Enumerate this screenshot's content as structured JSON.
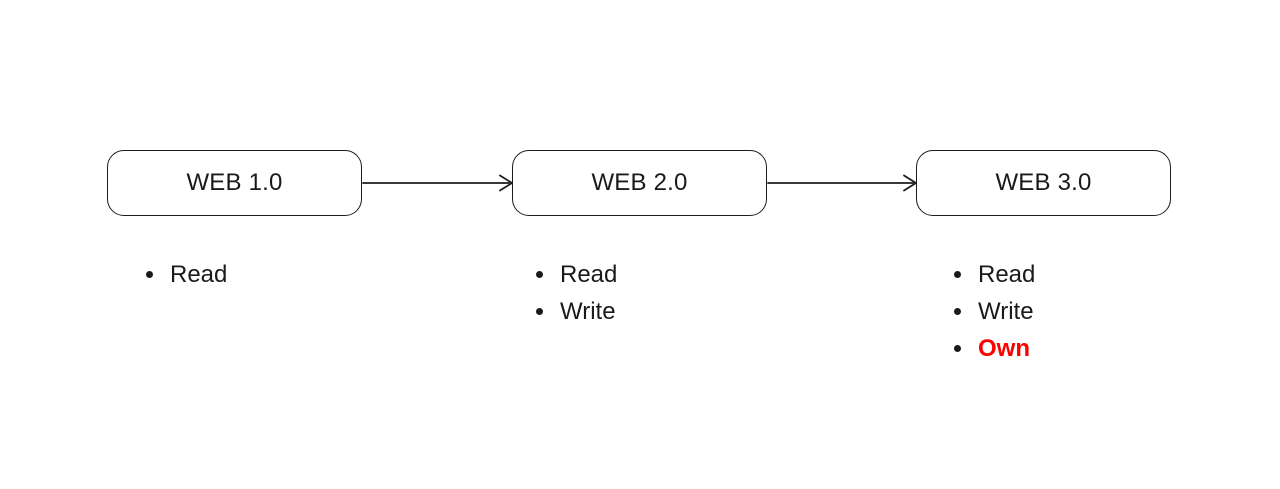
{
  "colors": {
    "ink": "#1a1a1a",
    "stroke": "#1c1c1c",
    "accent-red": "#ff0000"
  },
  "diagram": {
    "nodes": [
      {
        "label": "WEB 1.0"
      },
      {
        "label": "WEB 2.0"
      },
      {
        "label": "WEB 3.0"
      }
    ],
    "lists": [
      {
        "items": [
          {
            "text": "Read"
          }
        ]
      },
      {
        "items": [
          {
            "text": "Read"
          },
          {
            "text": "Write"
          }
        ]
      },
      {
        "items": [
          {
            "text": "Read"
          },
          {
            "text": "Write"
          },
          {
            "text": "Own"
          }
        ]
      }
    ]
  }
}
